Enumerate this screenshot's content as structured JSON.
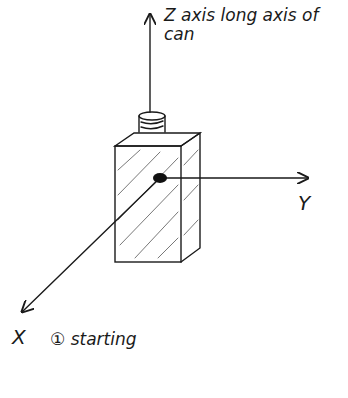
{
  "diagram": {
    "labels": [
      "Z axis long axis of can",
      "Y",
      "X",
      "① starting"
    ]
  }
}
